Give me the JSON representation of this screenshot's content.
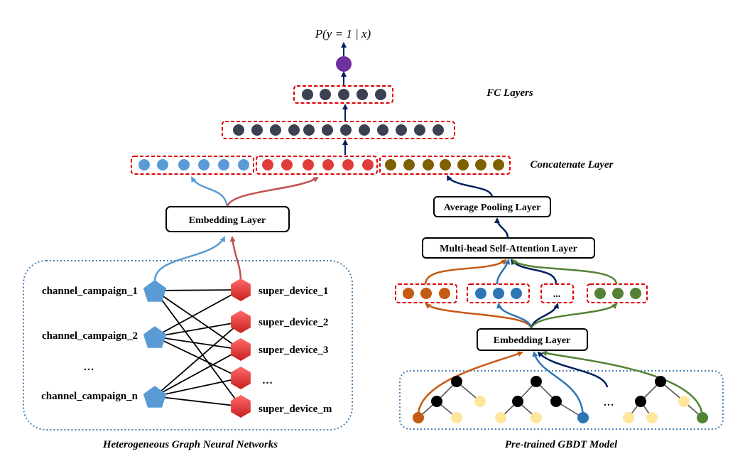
{
  "output": {
    "formula": "P(y = 1 | x)"
  },
  "labels": {
    "fc_layers": "FC Layers",
    "concatenate_layer": "Concatenate Layer"
  },
  "left": {
    "embedding_layer": "Embedding Layer",
    "channels": [
      "channel_campaign_1",
      "channel_campaign_2",
      "…",
      "channel_campaign_n"
    ],
    "devices": [
      "super_device_1",
      "super_device_2",
      "super_device_3",
      "…",
      "super_device_m"
    ],
    "caption": "Heterogeneous Graph Neural Networks"
  },
  "right": {
    "average_pooling_layer": "Average Pooling Layer",
    "attention_layer": "Multi-head Self-Attention Layer",
    "embedding_layer": "Embedding Layer",
    "group_ellipsis": "...",
    "tree_ellipsis": "…",
    "caption": "Pre-trained GBDT Model"
  },
  "colors": {
    "blue": "#5b9bd5",
    "red": "#e03c3c",
    "olive": "#7f6000",
    "dark_node": "#3b4150",
    "output_node": "#7030a0",
    "orange": "#c55a11",
    "green": "#548235",
    "tree_blue": "#2e75b6",
    "leaf_yellow": "#ffe699",
    "navy": "#002060",
    "dashed_red": "#e00000",
    "dotted_frame": "#4a7fb0"
  }
}
